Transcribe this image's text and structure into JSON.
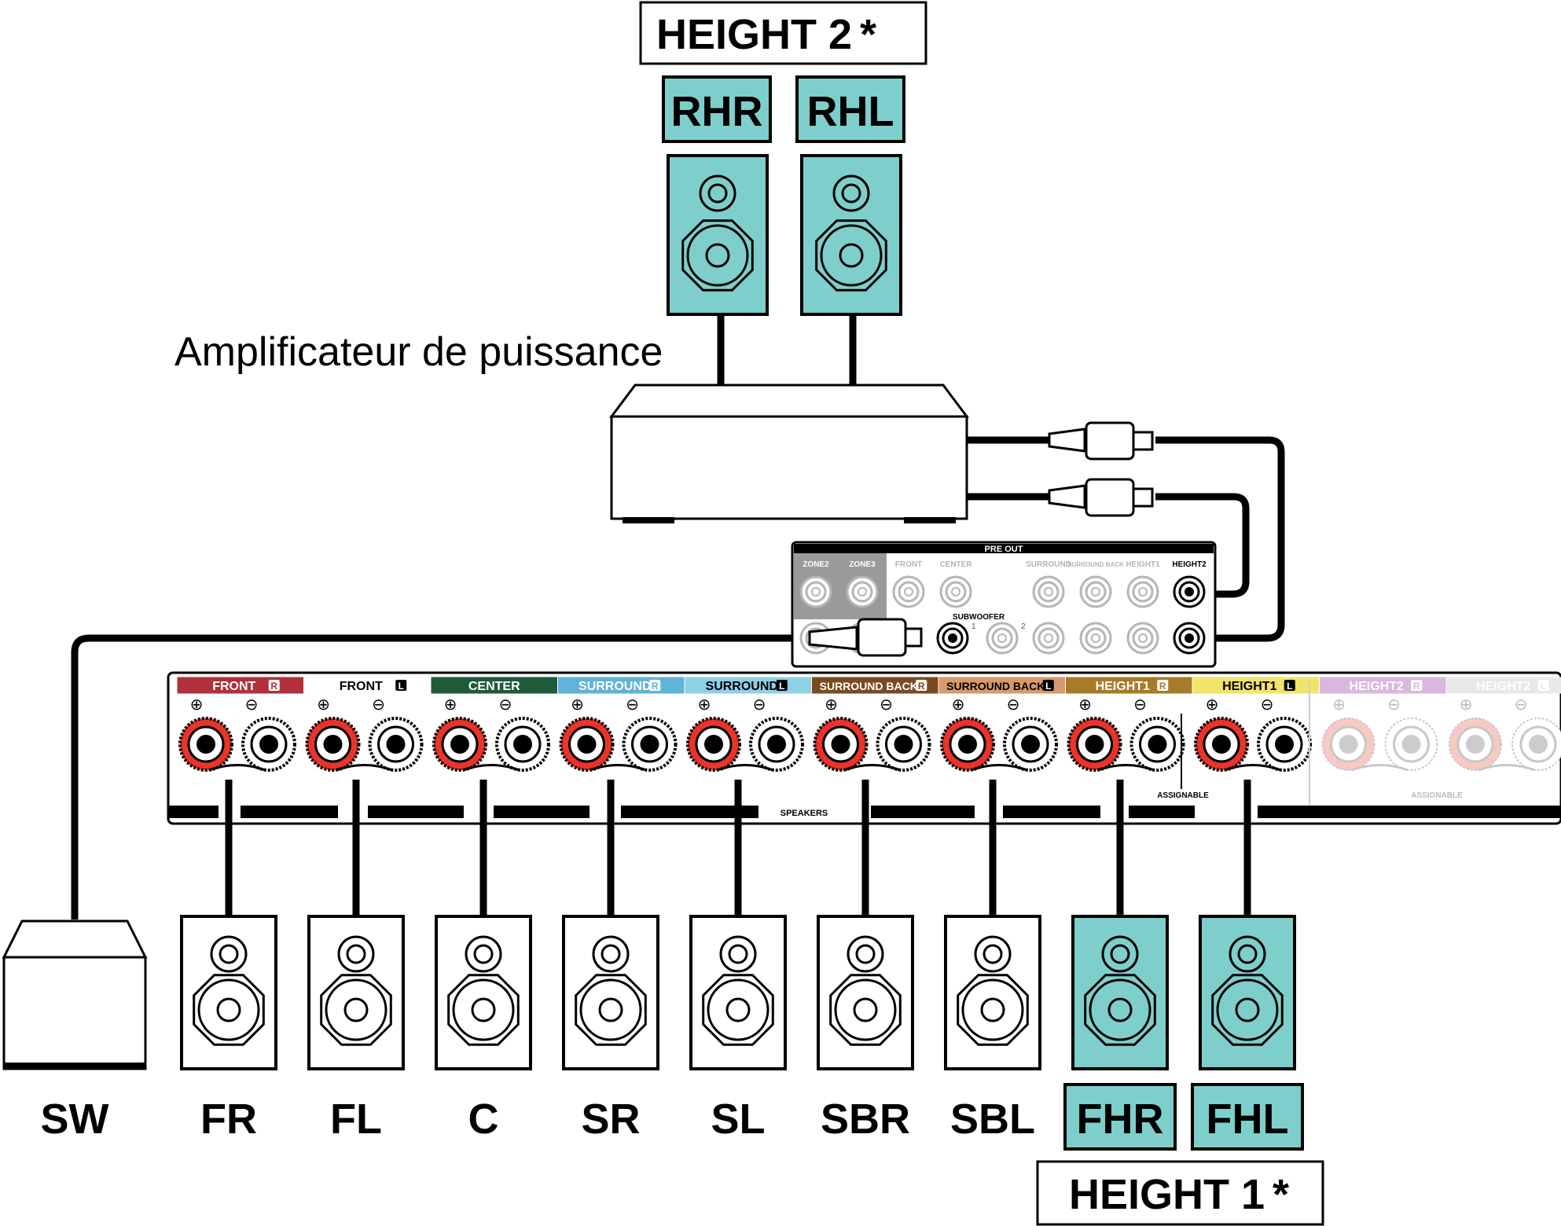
{
  "title_top": "HEIGHT 2",
  "title_bottom": "HEIGHT 1",
  "asterisk": "*",
  "amp_label": "Amplificateur de puissance",
  "colors": {
    "teal": "#7ecfcb",
    "red": "#c8102e",
    "black": "#000000",
    "gray": "#8a8a8a"
  },
  "top_speakers": [
    {
      "label": "RHR"
    },
    {
      "label": "RHL"
    }
  ],
  "bottom_speakers": [
    {
      "label": "SW",
      "kind": "subwoofer"
    },
    {
      "label": "FR",
      "kind": "plain"
    },
    {
      "label": "FL",
      "kind": "plain"
    },
    {
      "label": "C",
      "kind": "plain"
    },
    {
      "label": "SR",
      "kind": "plain"
    },
    {
      "label": "SL",
      "kind": "plain"
    },
    {
      "label": "SBR",
      "kind": "plain"
    },
    {
      "label": "SBL",
      "kind": "plain"
    },
    {
      "label": "FHR",
      "kind": "teal"
    },
    {
      "label": "FHL",
      "kind": "teal"
    }
  ],
  "preout": {
    "title": "PRE OUT",
    "columns": [
      "ZONE2",
      "ZONE3",
      "FRONT",
      "CENTER",
      "SURROUND",
      "SURROUND BACK",
      "HEIGHT1",
      "HEIGHT2"
    ],
    "subwoofer_label": "SUBWOOFER",
    "sub_numbers": [
      "1",
      "2"
    ]
  },
  "terminals": {
    "groups": [
      {
        "label": "FRONT",
        "side": "R",
        "color": "#b0313a",
        "text_color": "#ffffff"
      },
      {
        "label": "FRONT",
        "side": "L",
        "color": "#ffffff",
        "text_color": "#000000"
      },
      {
        "label": "CENTER",
        "side": "",
        "color": "#1f5a3a",
        "text_color": "#ffffff"
      },
      {
        "label": "SURROUND",
        "side": "R",
        "color": "#5fb3d6",
        "text_color": "#ffffff"
      },
      {
        "label": "SURROUND",
        "side": "L",
        "color": "#8ed0e6",
        "text_color": "#000000"
      },
      {
        "label": "SURROUND BACK",
        "side": "R",
        "color": "#7a4a20",
        "text_color": "#ffffff"
      },
      {
        "label": "SURROUND BACK",
        "side": "L",
        "color": "#d89a6a",
        "text_color": "#000000"
      },
      {
        "label": "HEIGHT1",
        "side": "R",
        "color": "#a87b28",
        "text_color": "#ffffff"
      },
      {
        "label": "HEIGHT1",
        "side": "L",
        "color": "#f2e46a",
        "text_color": "#000000"
      },
      {
        "label": "HEIGHT2",
        "side": "R",
        "color": "#d8b8dc",
        "text_color": "#ffffff"
      },
      {
        "label": "HEIGHT2",
        "side": "L",
        "color": "#e8e8e8",
        "text_color": "#ffffff"
      }
    ],
    "speakers_label": "SPEAKERS",
    "assignable_label": "ASSIGNABLE",
    "plus": "⊕",
    "minus": "⊖"
  }
}
